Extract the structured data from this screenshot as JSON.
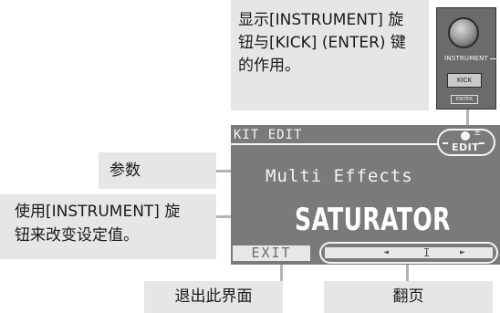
{
  "callouts": {
    "top_note": "显示[INSTRUMENT] 旋\n钮与[KICK] (ENTER) 键\n的作用。",
    "param_label": "参数",
    "value_note": "使用[INSTRUMENT] 旋\n钮来改变设定值。",
    "exit_note": "退出此界面",
    "page_note": "翻页"
  },
  "device": {
    "knob_label": "INSTRUMENT",
    "kick_button": "KICK",
    "enter_label": "ENTER"
  },
  "lcd": {
    "title": "KIT EDIT",
    "edit_icon_text": "EDIT",
    "edit_icon_plus": "±",
    "parameter": "Multi Effects",
    "value": "SATURATOR",
    "exit_label": "EXIT",
    "nav_left_icon": "◄",
    "nav_middle": "I",
    "nav_right_icon": "►"
  },
  "colors": {
    "callout_bg": "#e6e6e6",
    "lcd_bg": "#7a7a7a",
    "lcd_text": "#f5f5f5"
  }
}
